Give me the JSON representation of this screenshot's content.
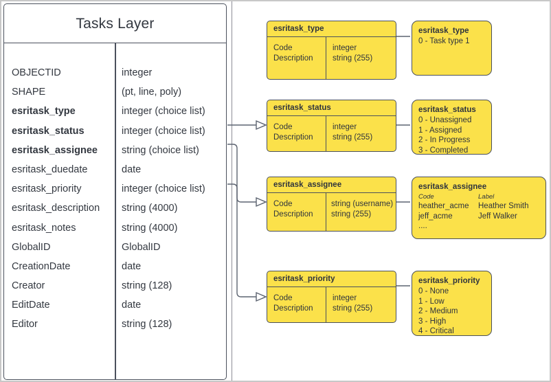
{
  "entity": {
    "title": "Tasks Layer",
    "fields": [
      {
        "name": "OBJECTID",
        "type": "integer",
        "bold": false
      },
      {
        "name": "SHAPE",
        "type": "(pt, line, poly)",
        "bold": false
      },
      {
        "name": "esritask_type",
        "type": "integer (choice list)",
        "bold": true
      },
      {
        "name": "esritask_status",
        "type": "integer (choice list)",
        "bold": true
      },
      {
        "name": "esritask_assignee",
        "type": "string (choice list)",
        "bold": true
      },
      {
        "name": "esritask_duedate",
        "type": "date",
        "bold": false
      },
      {
        "name": "esritask_priority",
        "type": "integer (choice list)",
        "bold": false
      },
      {
        "name": "esritask_description",
        "type": "string (4000)",
        "bold": false
      },
      {
        "name": "esritask_notes",
        "type": "string (4000)",
        "bold": false
      },
      {
        "name": "GlobalID",
        "type": "GlobalID",
        "bold": false
      },
      {
        "name": "CreationDate",
        "type": "date",
        "bold": false
      },
      {
        "name": "Creator",
        "type": "string (128)",
        "bold": false
      },
      {
        "name": "EditDate",
        "type": "date",
        "bold": false
      },
      {
        "name": "Editor",
        "type": "string (128)",
        "bold": false
      }
    ]
  },
  "domains": [
    {
      "title": "esritask_type",
      "left_labels": [
        "Code",
        "Description"
      ],
      "right_labels": [
        "integer",
        "string (255)"
      ]
    },
    {
      "title": "esritask_status",
      "left_labels": [
        "Code",
        "Description"
      ],
      "right_labels": [
        "integer",
        "string (255)"
      ]
    },
    {
      "title": "esritask_assignee",
      "left_labels": [
        "Code",
        "Description"
      ],
      "right_labels": [
        "string  (username)",
        "string (255)"
      ]
    },
    {
      "title": "esritask_priority",
      "left_labels": [
        "Code",
        "Description"
      ],
      "right_labels": [
        "integer",
        "string (255)"
      ]
    }
  ],
  "value_lists": {
    "type": {
      "title": "esritask_type",
      "lines": [
        "0 - Task type 1"
      ]
    },
    "status": {
      "title": "esritask_status",
      "lines": [
        "0 - Unassigned",
        "1 - Assigned",
        "2 - In Progress",
        "3 - Completed"
      ]
    },
    "assignee": {
      "title": "esritask_assignee",
      "header_code": "Code",
      "header_label": "Label",
      "rows": [
        {
          "code": "heather_acme",
          "label": "Heather Smith"
        },
        {
          "code": "jeff_acme",
          "label": "Jeff Walker"
        }
      ],
      "ellipsis": "...."
    },
    "priority": {
      "title": "esritask_priority",
      "lines": [
        "0 - None",
        "1 - Low",
        "2 - Medium",
        "3 - High",
        "4 - Critical"
      ]
    }
  },
  "colors": {
    "domain_fill": "#fbe14a",
    "stroke": "#4a505c",
    "connector": "#5c6370",
    "frame": "#c8c8c8"
  }
}
